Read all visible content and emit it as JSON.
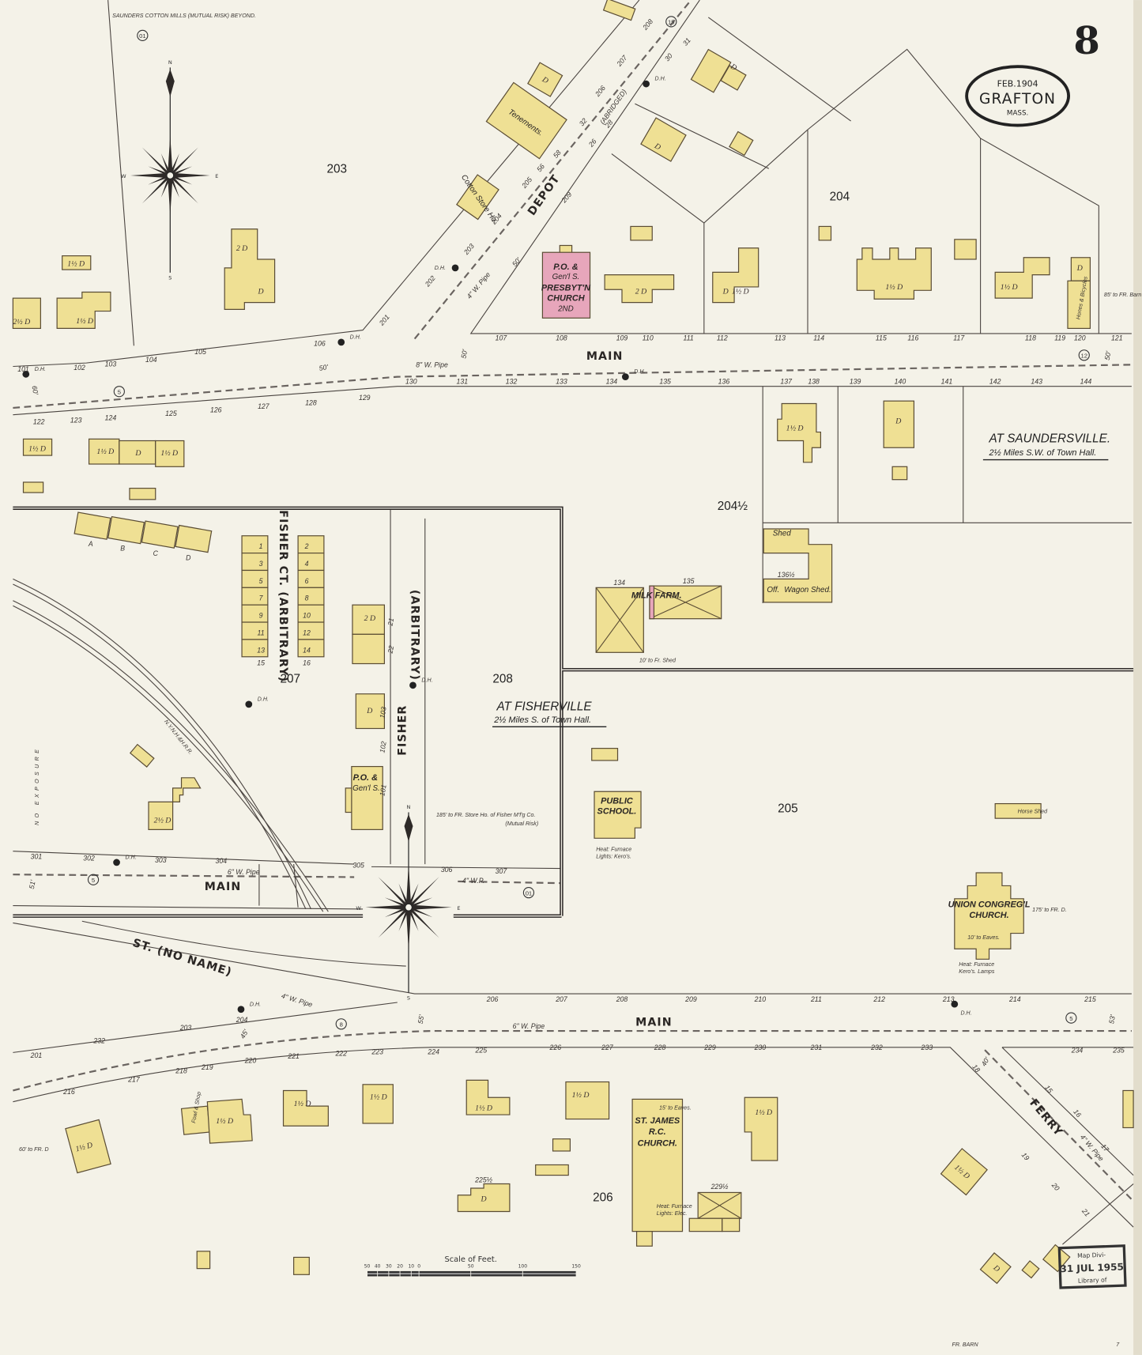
{
  "sheet": {
    "number": "8",
    "date": "FEB.1904",
    "town": "GRAFTON",
    "state": "MASS."
  },
  "top_note": "SAUNDERS COTTON MILLS (MUTUAL RISK) BEYOND.",
  "localities": [
    {
      "name": "AT SAUNDERSVILLE.",
      "distance": "2½ Miles S.W. of Town Hall."
    },
    {
      "name": "AT FISHERVILLE",
      "distance": "2½ Miles S. of Town Hall."
    }
  ],
  "blocks": [
    "203",
    "204",
    "204½",
    "207",
    "208",
    "205",
    "206"
  ],
  "streets": [
    "MAIN",
    "DEPOT",
    "MAIN",
    "FISHER",
    "FISHER CT. (ARBITRARY)",
    "(ARBITRARY)",
    "ST. (NO NAME)",
    "MAIN",
    "FERRY"
  ],
  "pipes": [
    "8\" W. Pipe",
    "4\" W. Pipe",
    "6\" W. Pipe",
    "4\" W.P.",
    "4\" W. Pipe",
    "6\" W. Pipe",
    "4\" W. Pipe",
    "(ABRIDGED)"
  ],
  "widths": [
    "60'",
    "50'",
    "50'",
    "50'",
    "50'",
    "51'",
    "55'",
    "53'",
    "45'",
    "40'"
  ],
  "hydrants": [
    "01",
    "15",
    "5",
    "12",
    "5",
    "01",
    "8",
    "5"
  ],
  "dh_label": "D.H.",
  "railroad": "N.Y.N.H.&H.R.R.",
  "no_exposure": "NO EXPOSURE",
  "lots": {
    "main_upper_north_west": [
      "101",
      "102",
      "103",
      "104",
      "105",
      "106"
    ],
    "depot_west": [
      "201",
      "202",
      "203",
      "204",
      "205",
      "56",
      "58",
      "32",
      "206",
      "207",
      "208"
    ],
    "depot_east": [
      "209",
      "26",
      "28",
      "30",
      "31"
    ],
    "main_upper_north_east": [
      "107",
      "108",
      "109",
      "110",
      "111",
      "112",
      "113",
      "114",
      "115",
      "116",
      "117",
      "118",
      "119",
      "120",
      "121"
    ],
    "main_upper_south_east": [
      "130",
      "131",
      "132",
      "133",
      "134",
      "135",
      "136",
      "137",
      "138",
      "139",
      "140",
      "141",
      "142",
      "143",
      "144"
    ],
    "main_upper_south_west": [
      "122",
      "123",
      "124",
      "125",
      "126",
      "127",
      "128",
      "129"
    ],
    "fisherville_main": [
      "301",
      "302",
      "303",
      "304",
      "305",
      "306",
      "307"
    ],
    "fisher_st": [
      "101",
      "102",
      "103",
      "22",
      "21"
    ],
    "fisher_ct": [
      "1",
      "3",
      "5",
      "7",
      "9",
      "11",
      "13",
      "15",
      "2",
      "4",
      "6",
      "8",
      "10",
      "12",
      "14",
      "16"
    ],
    "row_houses": [
      "A",
      "B",
      "C",
      "D"
    ],
    "main_lower_north": [
      "206",
      "207",
      "208",
      "209",
      "210",
      "211",
      "212",
      "213",
      "214",
      "215"
    ],
    "main_lower_south": [
      "224",
      "225",
      "226",
      "227",
      "228",
      "229",
      "230",
      "231",
      "232",
      "233",
      "234",
      "235"
    ],
    "main_lower_west_north": [
      "201",
      "232",
      "203",
      "204"
    ],
    "main_lower_west_south": [
      "216",
      "217",
      "218",
      "219",
      "220",
      "221",
      "222",
      "223"
    ],
    "ferry": [
      "18",
      "15",
      "16",
      "19",
      "17",
      "20",
      "21"
    ]
  },
  "building_labels": [
    "Tenements.",
    "Cotton Store Ho.",
    "P.O. &",
    "Gen'l S.",
    "PRESBYT'N",
    "CHURCH",
    "2ND",
    "134",
    "135",
    "MILK FARM.",
    "Shed",
    "136½",
    "Off.",
    "Wagon Shed.",
    "P.O. &",
    "Gen'l S.",
    "PUBLIC",
    "SCHOOL.",
    "Horse Shed",
    "UNION CONGREG'L",
    "CHURCH.",
    "ST. JAMES",
    "R.C.",
    "CHURCH.",
    "229½",
    "225½",
    "Fowl & Shop",
    "Hones & Bicycles"
  ],
  "dwelling_marks": [
    "D",
    "2 D",
    "1½ D",
    "D",
    "D",
    "2 D",
    "D",
    "2½ D",
    "1½ D",
    "1½ D",
    "D",
    "1½ D",
    "1½ D",
    "1½ D",
    "D",
    "1½ D",
    "1½ D",
    "D",
    "1½ D",
    "D",
    "2 D",
    "D",
    "2½ D",
    "1½ D",
    "1½ D",
    "1½ D",
    "1½ D",
    "1½ D",
    "1½ D",
    "1½ D",
    "D",
    "1½ D",
    "D"
  ],
  "annotations": [
    "185' to FR. Store Ho. of Fisher M'f'g Co.",
    "(Mutual Risk)",
    "Heat: Furnace",
    "Lights: Kero's.",
    "10' to Fr. Shed",
    "175' to FR. D.",
    "10' to Eaves.",
    "Heat: Furnace",
    "Kero's. Lamps",
    "15' to Eaves.",
    "Heat: Furnace",
    "Lights: Elec.",
    "60' to FR. D",
    "85' to FR. Barn",
    "FR. BARN",
    "7"
  ],
  "compass": {
    "n": "N",
    "s": "S",
    "e": "E",
    "w": "W"
  },
  "scale": {
    "title": "Scale of Feet.",
    "ticks": [
      "50",
      "40",
      "30",
      "20",
      "10",
      "0",
      "50",
      "100",
      "150"
    ]
  },
  "stamp": [
    "Map Divi-",
    "31 JUL 1955",
    "Library of"
  ],
  "colors": {
    "paper": "#f4f2e8",
    "frame_dwelling": "#efe094",
    "brick": "#e7a6bb",
    "ink": "#2e2a28"
  }
}
